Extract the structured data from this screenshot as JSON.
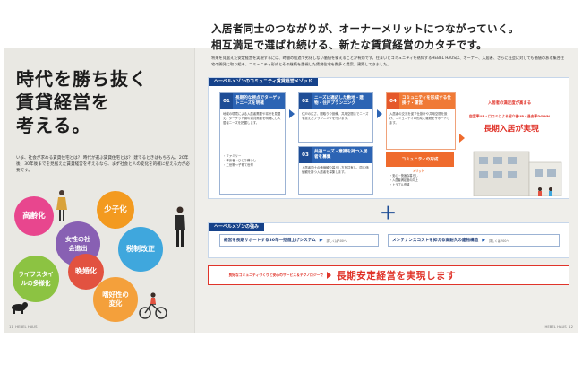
{
  "left": {
    "title_lines": [
      "時代を勝ち抜く",
      "賃貸経営を",
      "考える。"
    ],
    "lead": "いま、社会が求める賃貸住宅とは？ 時代が選ぶ賃貸住宅とは？ 建てるときはもちろん、20年後、30年後までを見据えた賃貸経営を考えるなら、まず社会と人の変化を的確に捉える力が必要です。",
    "bubbles": [
      "高齢化",
      "少子化",
      "女性の社会進出",
      "晩婚化",
      "税制改正",
      "ライフスタイルの多様化",
      "嗜好性の変化"
    ],
    "page_number": "11",
    "brand": "HEBEL HAUS"
  },
  "right": {
    "headline_1": "入居者同士のつながりが、オーナーメリットにつながっていく。",
    "headline_2": "相互満足で選ばれ続ける、新たな賃貸経営のカタチです。",
    "sub_text": "将来を見据えた安定経営を実現するには、時間の経過で劣化しない価値を備えることが有効です。住まいとコミュニティを熟知するHEBEL HAUSは、オーナー、入居者、さらに社会に対しても価値のある集合住宅の開発に取り組み、コミュニティ形成とその継続を重視した賃貸住宅を数多く提案、建築してきました。",
    "panel_title": "ヘーベルメゾンのコミュニティ賃貸経営メゾッド",
    "cards": [
      {
        "num": "01",
        "title": "長期的な視点でターゲットニーズを明確",
        "text": "地域の環境による入居者需要や将来を見据え、ターゲット層の賃貸需要を明確にし入居者ニーズを把握します。",
        "items": [
          "・ファミリー",
          "・単身者〜ひとり暮らし",
          "・二世帯〜子育て世帯"
        ]
      },
      {
        "num": "02",
        "title": "ニーズに適応した敷地・建物・住戸プランニング",
        "text": "住戸の広さ、間取りや設備、共用空間までニーズを捉えたプランニングを行います。"
      },
      {
        "num": "03",
        "title": "共通ニーズ・意識を持つ入居者を募集",
        "text": "入居者同士の価値観や暮らし方を共有し、同じ価値観を持つ入居者を募集します。"
      },
      {
        "num": "04",
        "title": "コミュニティを形成する仕掛け・運営",
        "text": "入居者の交流を促す仕掛けや共用空間を設け、コミュニティの形成と継続をサポートします。"
      }
    ],
    "community_label": "コミュニティの形成",
    "merit_label": "メリット",
    "merits": [
      "・安心・快適な暮らし",
      "・入居者満足度の向上",
      "・トラブル低減"
    ],
    "owner_text_1": "入居者の満足度が高まる",
    "owner_text_2": "空室率UP・口コミによる紹介者UP・退去率DOWN",
    "owner_text_3": "長期入居が実現",
    "plus": "＋",
    "strength_title": "ヘーベルメゾンの強み",
    "strengths": [
      {
        "label": "経営を長期サポートする30年一括借上げシステム",
        "ref": "詳しくはP.00へ"
      },
      {
        "label": "メンテナンスコストを抑える高耐久の建物構造",
        "ref": "詳しくはP.00へ"
      }
    ],
    "conclusion_small": "良好なコミュニティづくりと安心のサービス＆テクノロジーで",
    "conclusion_main": "長期安定経営を実現します",
    "page_number": "12",
    "brand": "HEBEL HAUS"
  },
  "colors": {
    "navy": "#16428a",
    "blue": "#2c64b4",
    "orange": "#ef6b2d",
    "red": "#e0342a"
  }
}
